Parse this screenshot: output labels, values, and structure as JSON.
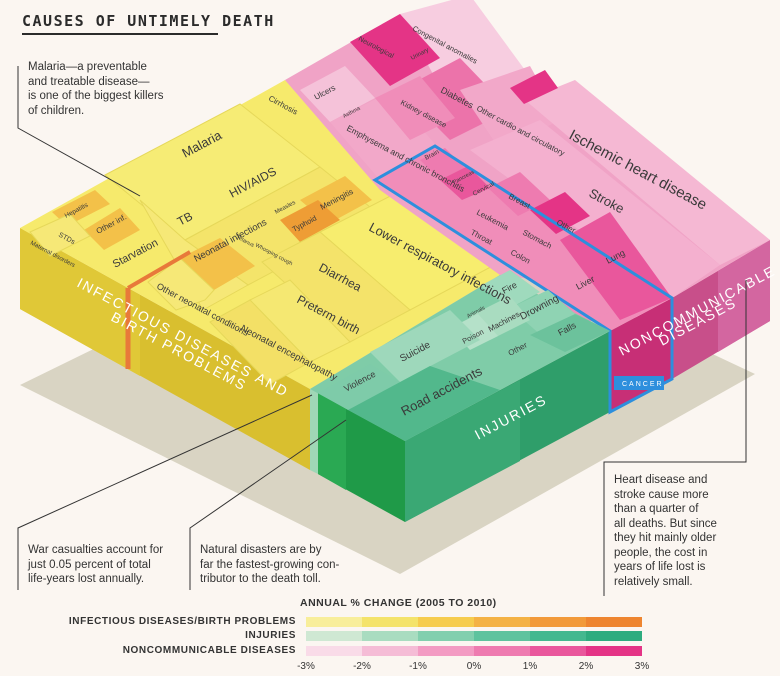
{
  "title": "CAUSES OF UNTIMELY DEATH",
  "notes": {
    "malaria": "Malaria—a preventable\nand treatable disease—\nis one of the biggest killers\nof children.",
    "war": "War casualties account for\njust 0.05 percent of total\nlife-years lost annually.",
    "disasters": "Natural disasters are by\nfar the fastest-growing con-\ntributor to the death toll.",
    "heart": "Heart disease and\nstroke cause more\nthan a quarter of\nall deaths. But since\nthey hit mainly older\npeople, the cost in\nyears of life lost is\nrelatively small."
  },
  "categories": {
    "infectious": "INFECTIOUS DISEASES AND\nBIRTH PROBLEMS",
    "injuries": "INJURIES",
    "noncommunicable": "NONCOMMUNICABLE\nDISEASES",
    "cancer": "CANCER"
  },
  "cells": {
    "malaria": "Malaria",
    "hiv": "HIV/AIDS",
    "tb": "TB",
    "hepatitis": "Hepatitis",
    "other_inf": "Other\ninf.",
    "stds": "STDs",
    "maternal": "Maternal disorders",
    "starvation": "Starvation",
    "meningitis": "Meningitis",
    "measles": "Measles",
    "tetanus": "Tetanus",
    "whooping": "Whooping\ncough",
    "typhoid": "Typhoid",
    "lower_resp": "Lower respiratory\ninfections",
    "diarrhea": "Diarrhea",
    "neonatal_inf": "Neonatal\ninfections",
    "other_neonatal": "Other neonatal\nconditions",
    "preterm": "Preterm\nbirth",
    "neonatal_enc": "Neonatal\nencephalopathy",
    "neurological": "Neurological",
    "urinary": "Urinary",
    "congenital": "Congenital anomalies",
    "ulcers": "Ulcers",
    "asthma": "Asthma",
    "cirrhosis": "Cirrhosis",
    "kidney": "Kidney disease",
    "diabetes": "Diabetes",
    "emphysema": "Emphysema\nand chronic\nbronchitis",
    "other_cardio": "Other cardio and\ncirculatory",
    "ischemic": "Ischemic heart disease",
    "stroke": "Stroke",
    "brain": "Brain",
    "pancreas": "Pancreas",
    "cervical": "Cervical",
    "breast": "Breast",
    "leukemia": "Leukemia",
    "other_cancer": "Other",
    "throat": "Throat",
    "stomach": "Stomach",
    "colon": "Colon",
    "lung": "Lung",
    "liver": "Liver",
    "fire": "Fire",
    "animals": "Animals",
    "machines": "Machines",
    "drowning": "Drowning",
    "poison": "Poison",
    "other_inj": "Other",
    "falls": "Falls",
    "suicide": "Suicide",
    "violence": "Violence",
    "road": "Road accidents"
  },
  "legend": {
    "title": "ANNUAL % CHANGE (2005 TO 2010)",
    "rows": [
      "INFECTIOUS DISEASES/BIRTH PROBLEMS",
      "INJURIES",
      "NONCOMMUNICABLE DISEASES"
    ],
    "ticks": [
      "-3%",
      "-2%",
      "-1%",
      "0%",
      "1%",
      "2%",
      "3%"
    ],
    "colors": {
      "infectious": [
        "#f8ee9a",
        "#f4e36a",
        "#f6cc4e",
        "#f4b245",
        "#f29a3a",
        "#ee8530"
      ],
      "injuries": [
        "#cfe8d3",
        "#a9dcc0",
        "#82cfae",
        "#5ec39e",
        "#44b88f",
        "#2eac7f"
      ],
      "noncommunicable": [
        "#f9dbe8",
        "#f5bcd6",
        "#f39bc3",
        "#ee7bb0",
        "#e9579c",
        "#e43486"
      ]
    }
  }
}
